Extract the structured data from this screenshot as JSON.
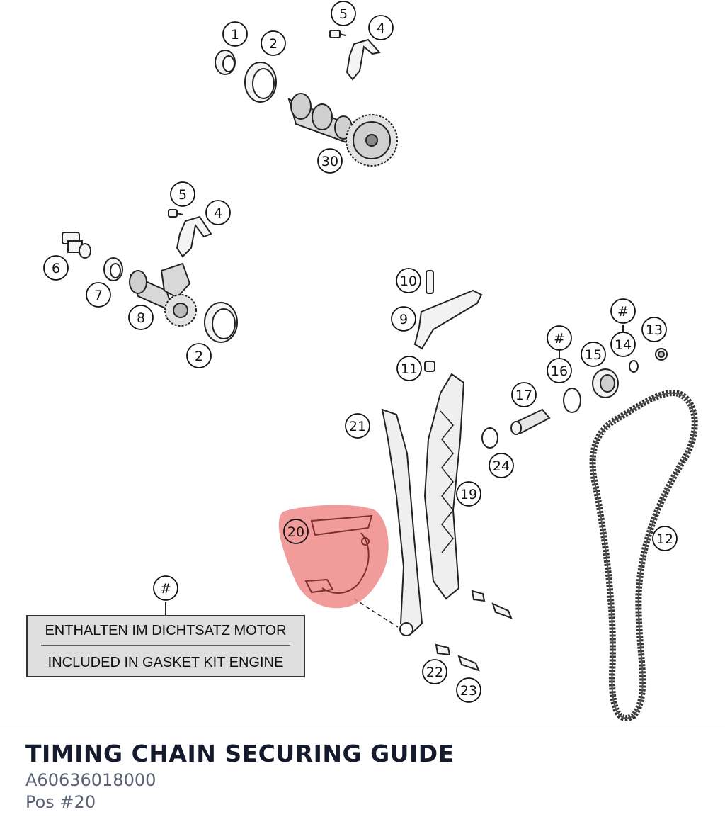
{
  "diagram": {
    "callouts": [
      "1",
      "2",
      "5",
      "4",
      "30",
      "5",
      "4",
      "6",
      "7",
      "8",
      "2",
      "10",
      "9",
      "11",
      "#",
      "14",
      "13",
      "#",
      "16",
      "15",
      "17",
      "21",
      "24",
      "19",
      "12",
      "20",
      "#",
      "22",
      "23"
    ],
    "gasket_box": {
      "line1": "ENTHALTEN IM DICHTSATZ MOTOR",
      "line2": "INCLUDED IN GASKET KIT ENGINE"
    },
    "highlight_color": "#ee8a8a"
  },
  "part": {
    "title": "TIMING CHAIN SECURING GUIDE",
    "number": "A60636018000",
    "position": "Pos #20"
  }
}
